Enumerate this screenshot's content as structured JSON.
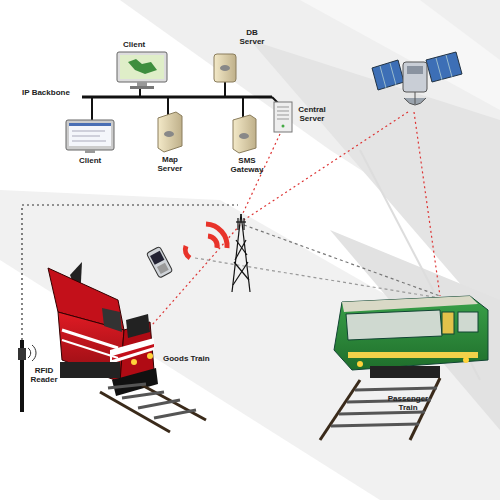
{
  "diagram": {
    "labels": [
      "Client",
      "DB Server",
      "IP Backbone",
      "Central Server",
      "Client",
      "Map Server",
      "SMS Gateway",
      "RFID Reader",
      "Goods Train",
      "Passenger Train"
    ]
  }
}
